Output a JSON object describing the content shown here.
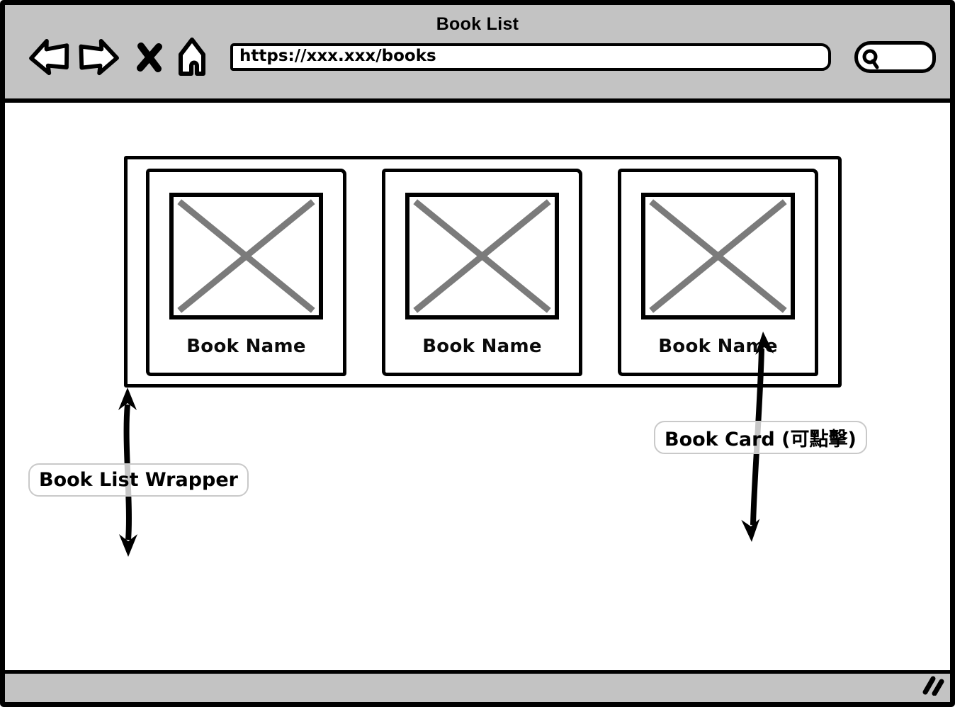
{
  "window": {
    "title": "Book List",
    "url_bar": {
      "value": "https://xxx.xxx/books"
    }
  },
  "icons": {
    "back": "back-arrow-icon",
    "forward": "forward-arrow-icon",
    "close": "close-x-icon",
    "home": "home-icon",
    "search": "search-magnifier-icon",
    "image_placeholder": "image-x-icon",
    "resize": "resize-grip-icon"
  },
  "book_list": {
    "cards": [
      {
        "name": "Book Name"
      },
      {
        "name": "Book Name"
      },
      {
        "name": "Book Name"
      }
    ]
  },
  "annotations": [
    {
      "label": "Book List Wrapper"
    },
    {
      "label": "Book Card (可點擊)"
    }
  ],
  "colors": {
    "chrome_gray": "#c3c3c3",
    "ink": "#000000",
    "placeholder_x_gray": "#7b7b7b",
    "note_border": "#c9c9c9"
  }
}
